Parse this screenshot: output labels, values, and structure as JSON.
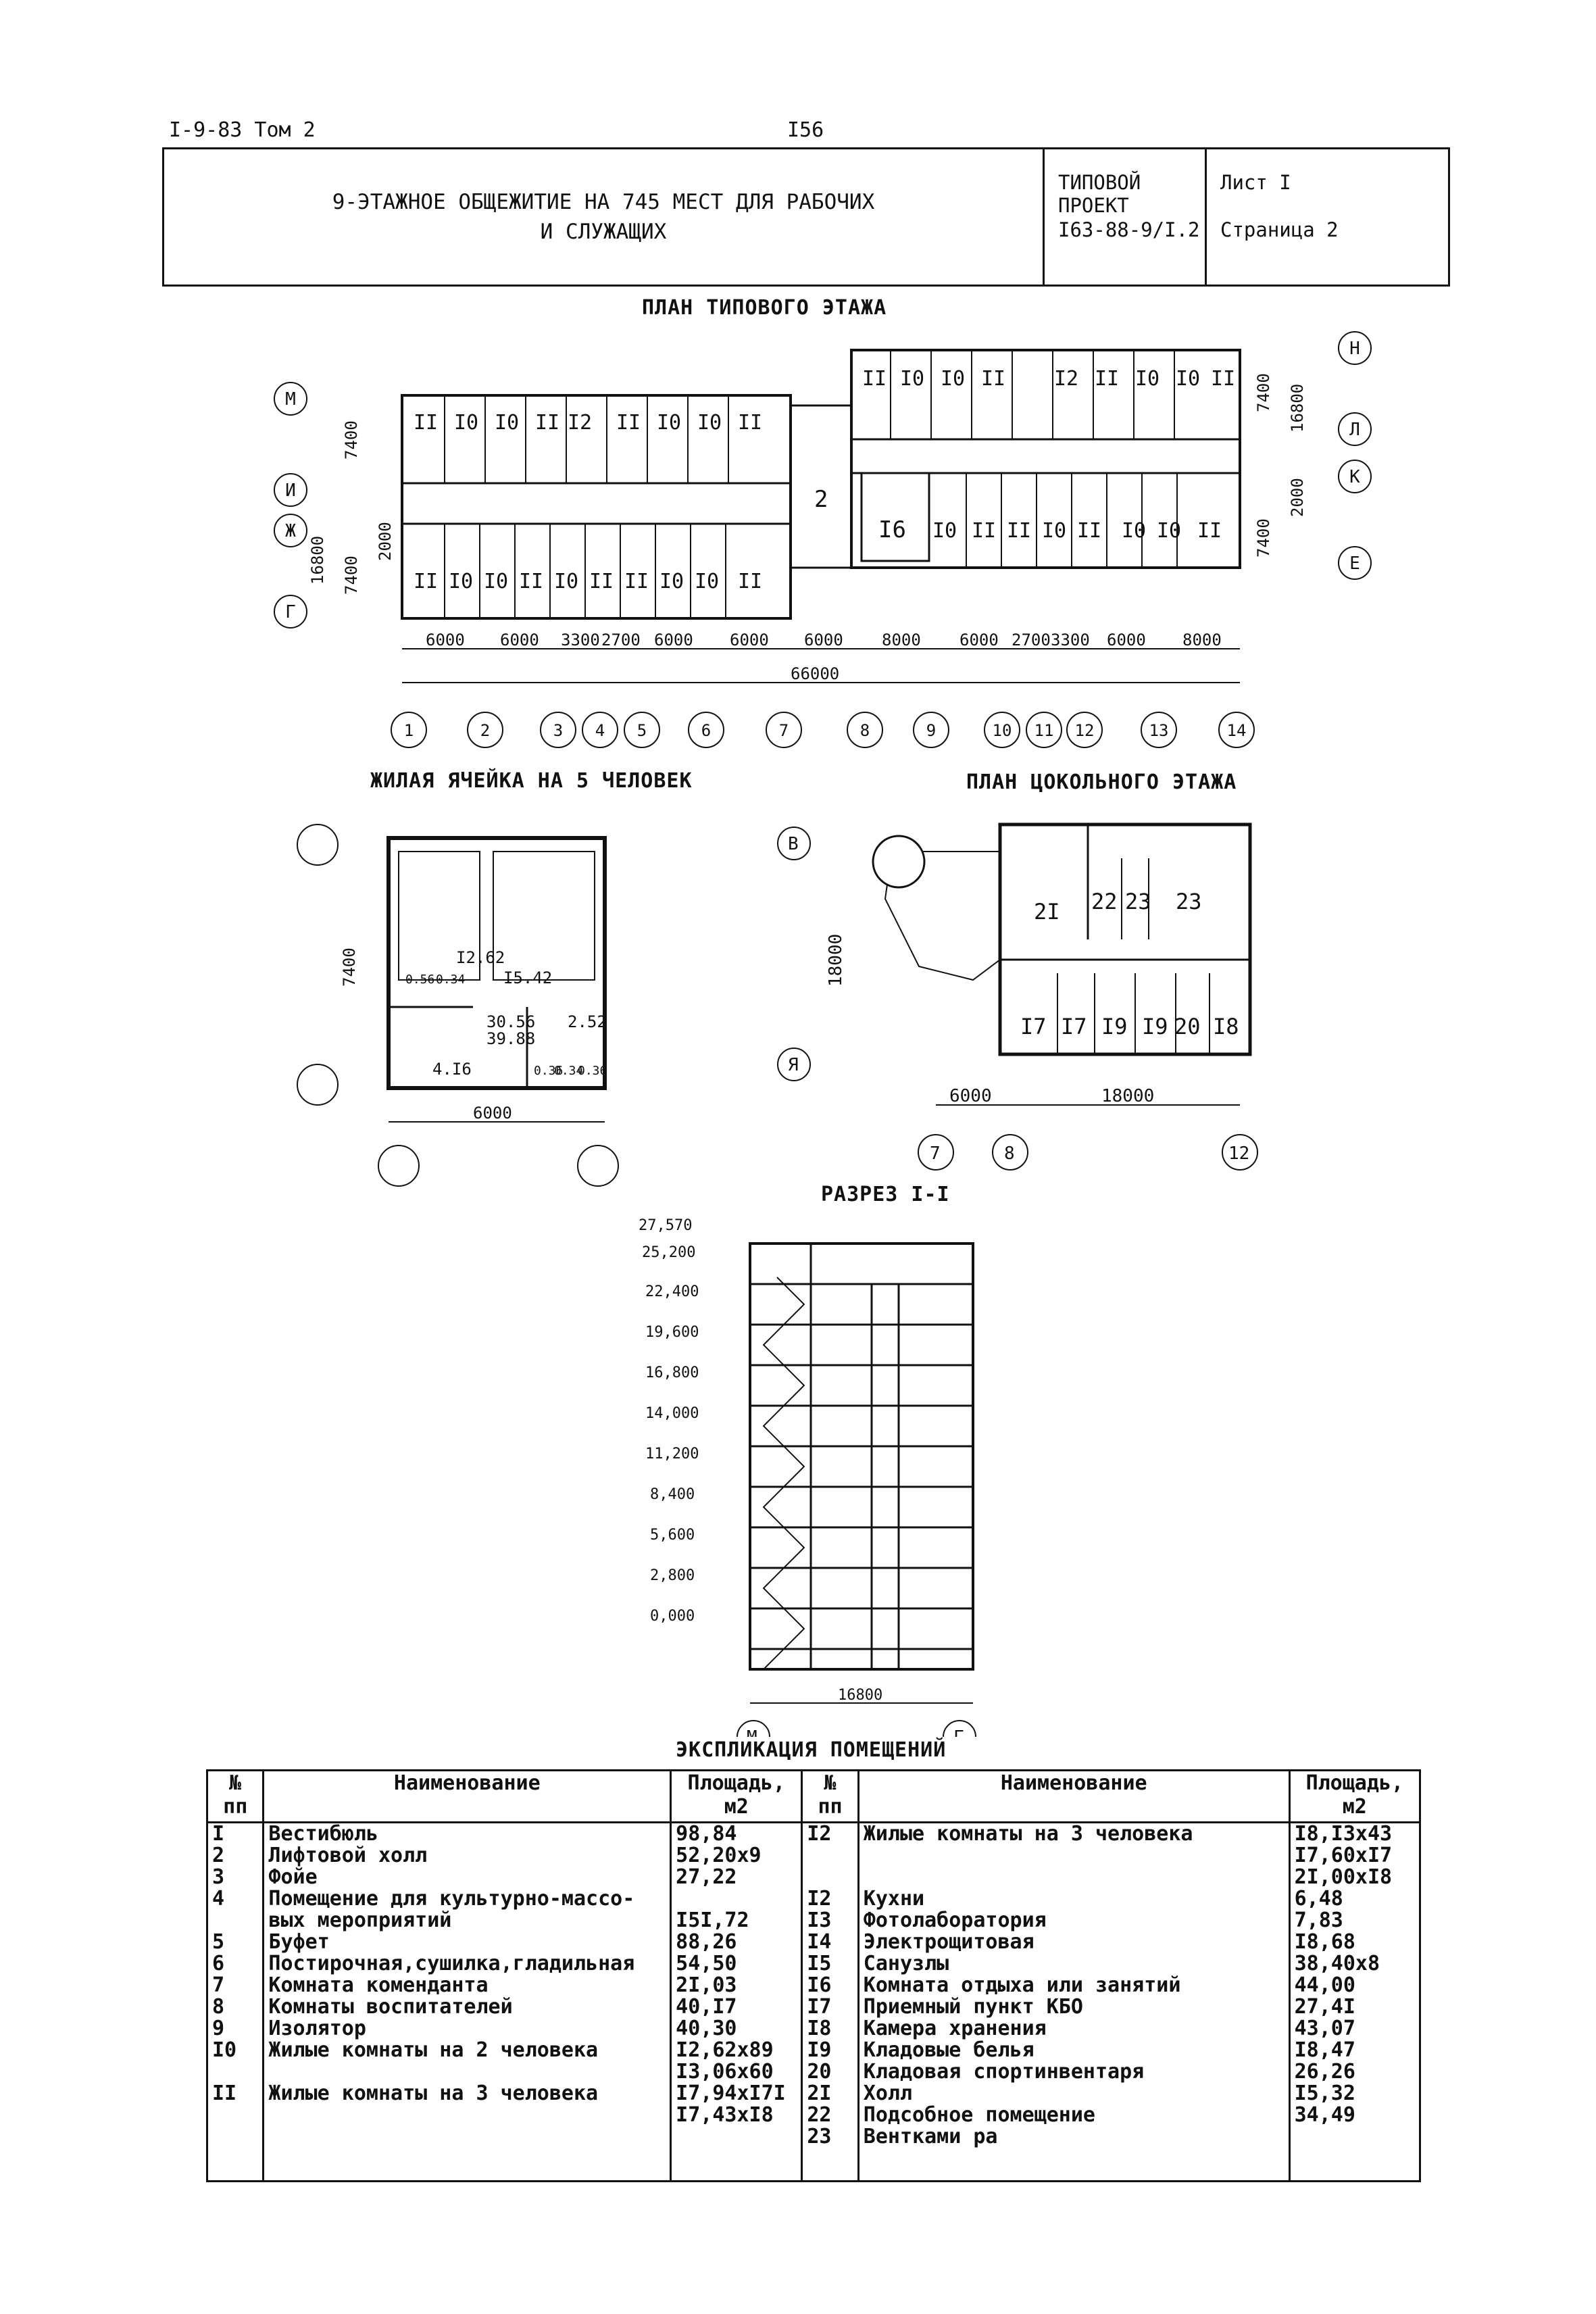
{
  "header": {
    "doc_ref": "I-9-83 Том 2",
    "page_number": "I56",
    "title_line1": "9-ЭТАЖНОЕ ОБЩЕЖИТИЕ НА 745 МЕСТ ДЛЯ РАБОЧИХ",
    "title_line2": "И СЛУЖАЩИХ",
    "project_label": "ТИПОВОЙ ПРОЕКТ",
    "project_code": "I63-88-9/I.2",
    "sheet": "Лист I",
    "page": "Страница 2"
  },
  "plan_typical": {
    "title": "ПЛАН ТИПОВОГО ЭТАЖА",
    "axes_left": [
      "М",
      "И",
      "Ж",
      "Г"
    ],
    "axes_right": [
      "Н",
      "Л",
      "К",
      "Е"
    ],
    "dims_left": [
      "7400",
      "16800",
      "2000",
      "7400"
    ],
    "dims_right": [
      "7400",
      "16800",
      "2000",
      "7400"
    ],
    "dims_bottom": [
      "6000",
      "6000",
      "3300",
      "2700",
      "6000",
      "6000",
      "6000",
      "8000",
      "6000",
      "2700",
      "3300",
      "6000",
      "8000"
    ],
    "total_length": "66000",
    "axes_bottom": [
      "1",
      "2",
      "3",
      "4",
      "5",
      "6",
      "7",
      "8",
      "9",
      "10",
      "11",
      "12",
      "13",
      "14"
    ],
    "rooms_left_top": [
      "II",
      "I0",
      "I0",
      "II",
      "I2",
      "II",
      "I0",
      "I0",
      "II"
    ],
    "rooms_left_bottom": [
      "II",
      "I0",
      "I0",
      "II",
      "I0",
      "II",
      "II",
      "I0",
      "I0",
      "II"
    ],
    "rooms_right_top": [
      "II",
      "I0",
      "I0",
      "II",
      "I2",
      "II",
      "I0",
      "I0",
      "II"
    ],
    "rooms_right_bottom": [
      "I0",
      "II",
      "II",
      "I0",
      "II",
      "I0",
      "I0",
      "II"
    ],
    "hall": "2",
    "rest_room": "I6"
  },
  "cell_plan": {
    "title": "ЖИЛАЯ ЯЧЕЙКА НА 5 ЧЕЛОВЕК",
    "depth": "7400",
    "width": "6000",
    "areas": [
      "I2.62",
      "I5.42",
      "30.56",
      "39.88",
      "2.52",
      "4.I6",
      "0.56",
      "0.34",
      "0.36",
      "0.34",
      "0.36"
    ]
  },
  "basement_plan": {
    "title": "ПЛАН ЦОКОЛЬНОГО ЭТАЖА",
    "axes_left": [
      "В",
      "Я"
    ],
    "depth": "18000",
    "dims_bottom": [
      "6000",
      "18000"
    ],
    "axes_bottom": [
      "7",
      "8",
      "12"
    ],
    "rooms_top": [
      "2I",
      "22",
      "23",
      "23"
    ],
    "rooms_bottom": [
      "I7",
      "I7",
      "I9",
      "I9",
      "20",
      "I8"
    ]
  },
  "section": {
    "title": "РАЗРЕЗ I-I",
    "levels": [
      "27,570",
      "25,200",
      "22,400",
      "19,600",
      "16,800",
      "14,000",
      "11,200",
      "8,400",
      "5,600",
      "2,800",
      "0,000"
    ],
    "width": "16800",
    "axes": [
      "М",
      "Г"
    ]
  },
  "explication": {
    "title": "ЭКСПЛИКАЦИЯ ПОМЕЩЕНИЙ",
    "headers": {
      "no": "№ пп",
      "name": "Наименование",
      "area": "Площадь, м2"
    },
    "left_rows": [
      {
        "no": "I",
        "name": "Вестибюль",
        "area": "98,84"
      },
      {
        "no": "2",
        "name": "Лифтовой холл",
        "area": "52,20x9"
      },
      {
        "no": "3",
        "name": "Фойе",
        "area": "27,22"
      },
      {
        "no": "4",
        "name": "Помещение для культурно-массо-",
        "area": ""
      },
      {
        "no": "",
        "name": "вых мероприятий",
        "area": "I5I,72"
      },
      {
        "no": "5",
        "name": "Буфет",
        "area": "88,26"
      },
      {
        "no": "6",
        "name": "Постирочная,сушилка,гладильная",
        "area": "54,50"
      },
      {
        "no": "7",
        "name": "Комната коменданта",
        "area": "2I,03"
      },
      {
        "no": "8",
        "name": "Комнаты воспитателей",
        "area": "40,I7"
      },
      {
        "no": "9",
        "name": "Изолятор",
        "area": "40,30"
      },
      {
        "no": "I0",
        "name": "Жилые комнаты на 2 человека",
        "area": "I2,62x89"
      },
      {
        "no": "",
        "name": "",
        "area": "I3,06x60"
      },
      {
        "no": "II",
        "name": "Жилые комнаты на 3 человека",
        "area": "I7,94xI7I"
      },
      {
        "no": "",
        "name": "",
        "area": "I7,43xI8"
      }
    ],
    "right_rows": [
      {
        "no": "I2",
        "name": "Жилые комнаты на 3 человека",
        "area": "I8,I3x43"
      },
      {
        "no": "",
        "name": "",
        "area": "I7,60xI7"
      },
      {
        "no": "",
        "name": "",
        "area": "2I,00xI8"
      },
      {
        "no": "I2",
        "name": "Кухни",
        "area": "6,48"
      },
      {
        "no": "I3",
        "name": "Фотолаборатория",
        "area": "7,83"
      },
      {
        "no": "I4",
        "name": "Электрощитовая",
        "area": "I8,68"
      },
      {
        "no": "I5",
        "name": "Санузлы",
        "area": "38,40x8"
      },
      {
        "no": "I6",
        "name": "Комната отдыха или занятий",
        "area": "44,00"
      },
      {
        "no": "I7",
        "name": "Приемный пункт КБО",
        "area": "27,4I"
      },
      {
        "no": "I8",
        "name": "Камера хранения",
        "area": "43,07"
      },
      {
        "no": "I9",
        "name": "Кладовые белья",
        "area": "I8,47"
      },
      {
        "no": "20",
        "name": "Кладовая спортинвентаря",
        "area": "26,26"
      },
      {
        "no": "2I",
        "name": "Холл",
        "area": "I5,32"
      },
      {
        "no": "22",
        "name": "Подсобное помещение",
        "area": "34,49"
      },
      {
        "no": "23",
        "name": "Вентками ра",
        "area": ""
      }
    ]
  }
}
